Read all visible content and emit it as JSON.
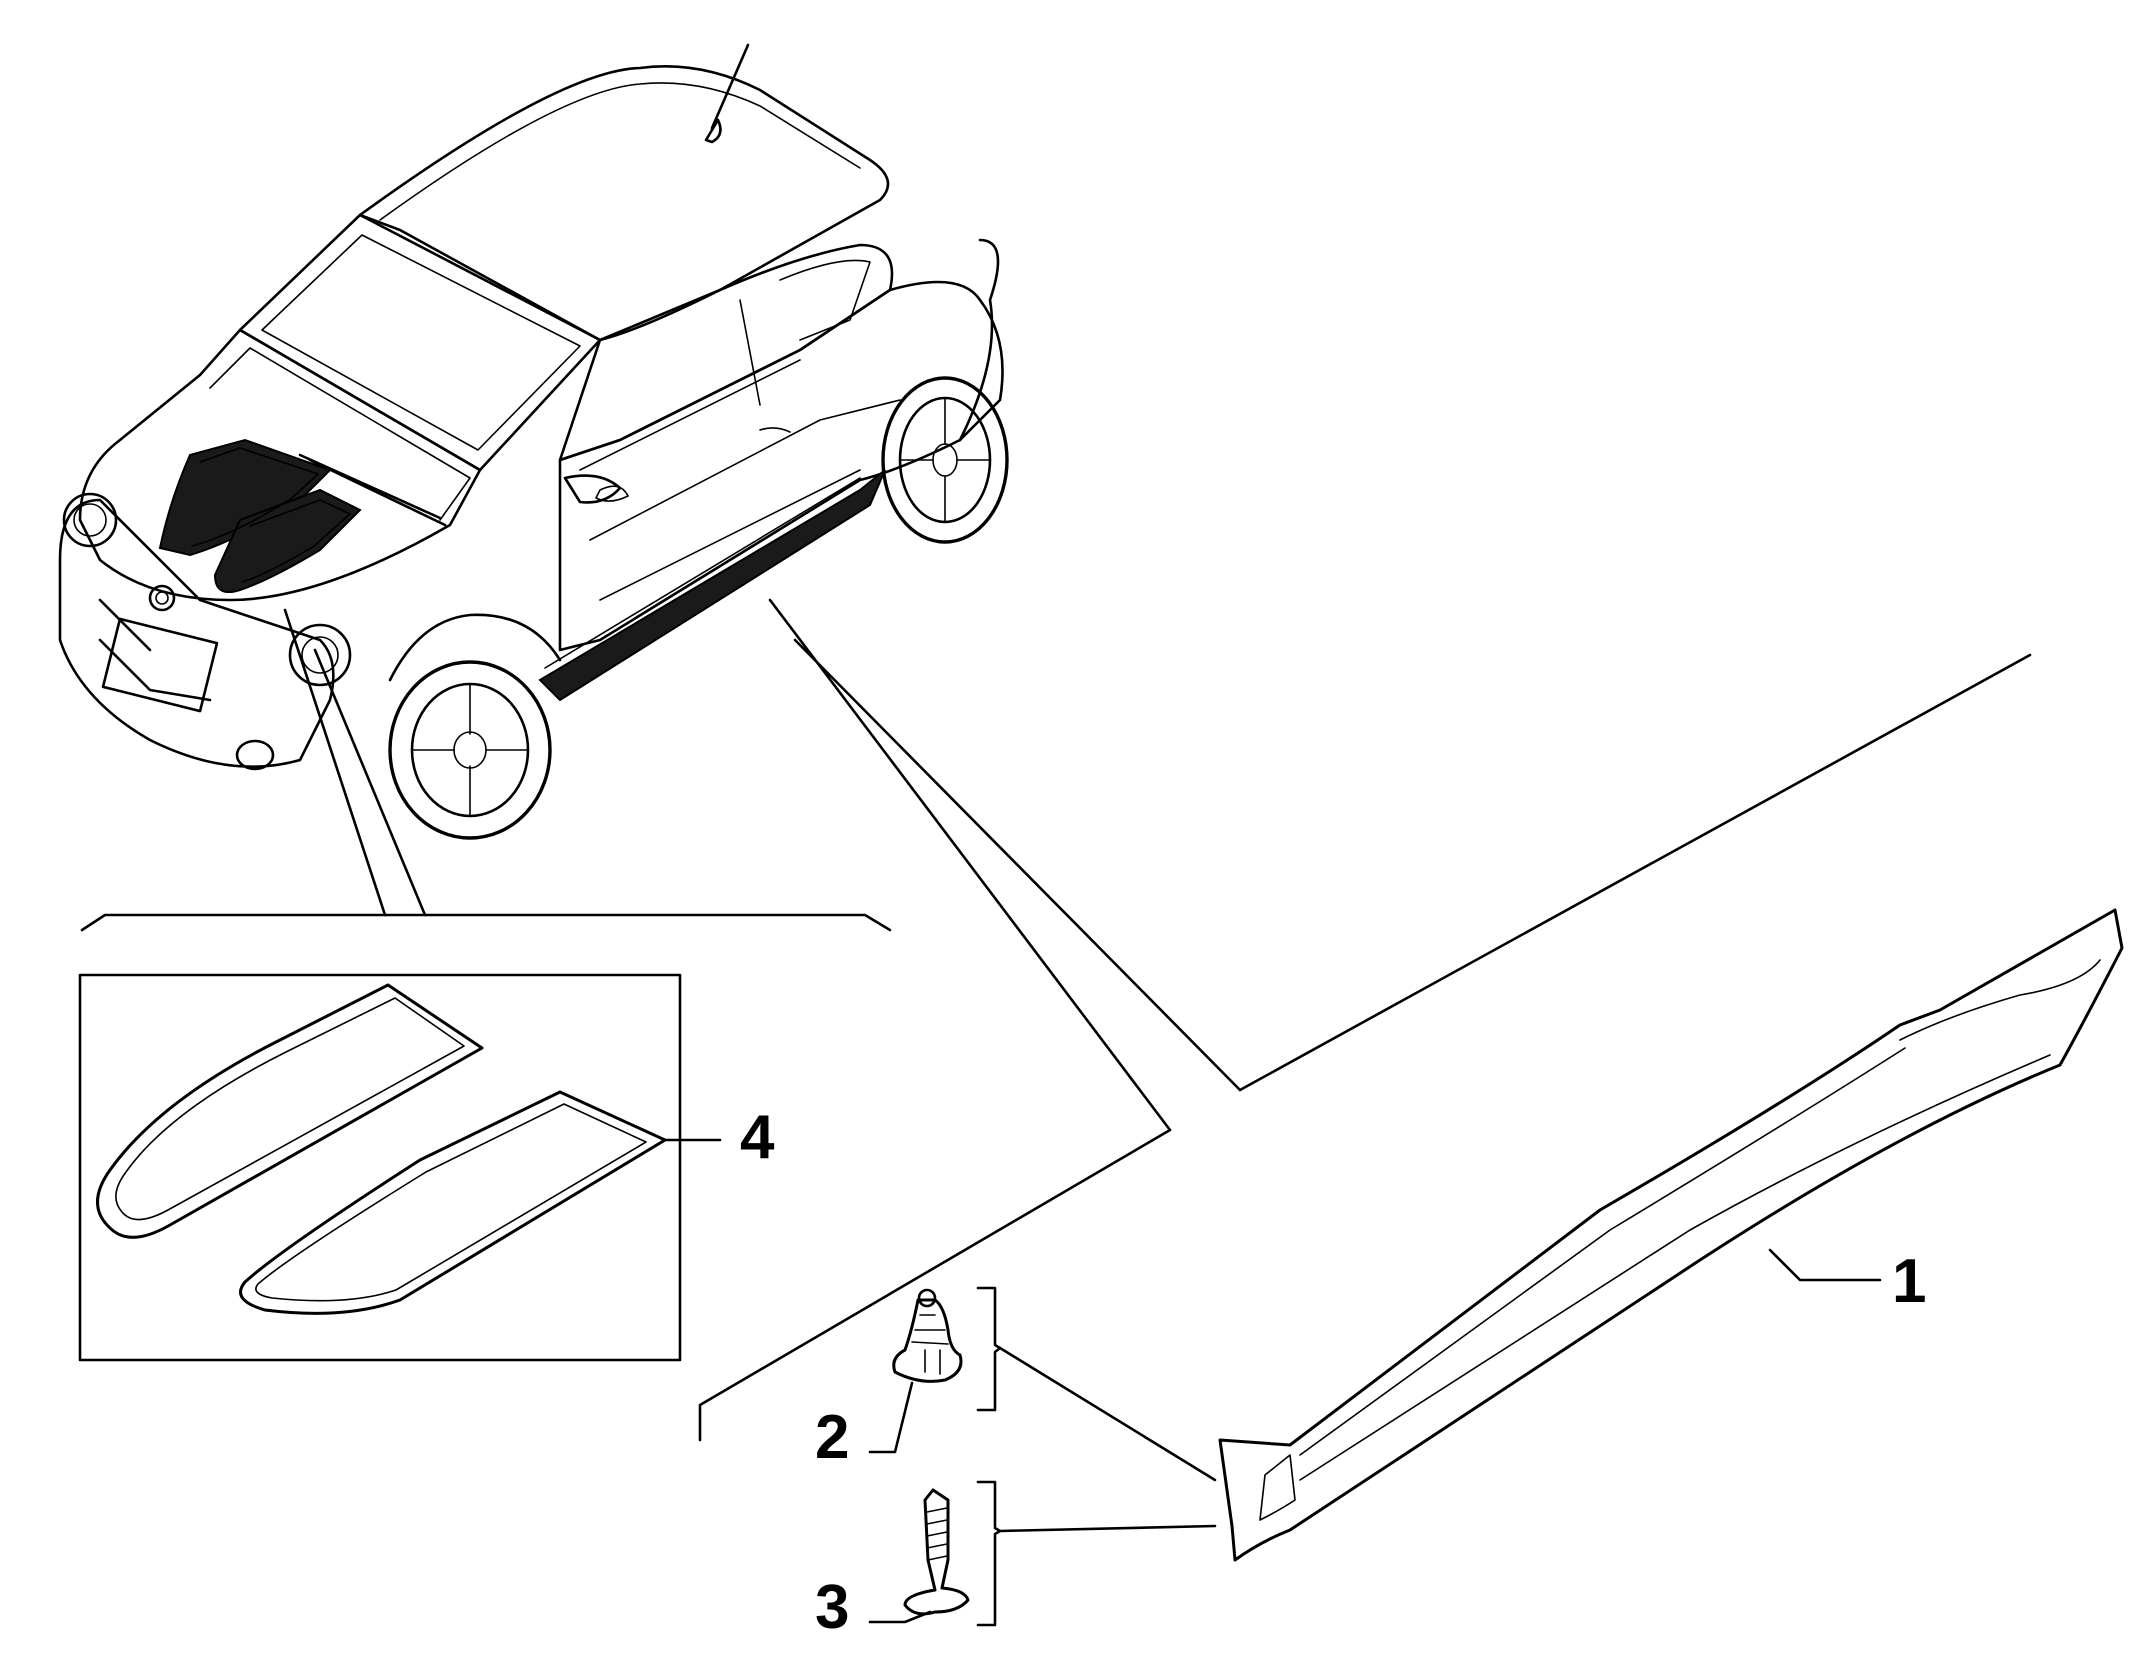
{
  "callouts": [
    {
      "id": "1",
      "label": "1"
    },
    {
      "id": "2",
      "label": "2"
    },
    {
      "id": "3",
      "label": "3"
    },
    {
      "id": "4",
      "label": "4"
    }
  ],
  "colors": {
    "line": "#000000",
    "background": "#ffffff",
    "stripe_fill": "#1a1a1a"
  }
}
